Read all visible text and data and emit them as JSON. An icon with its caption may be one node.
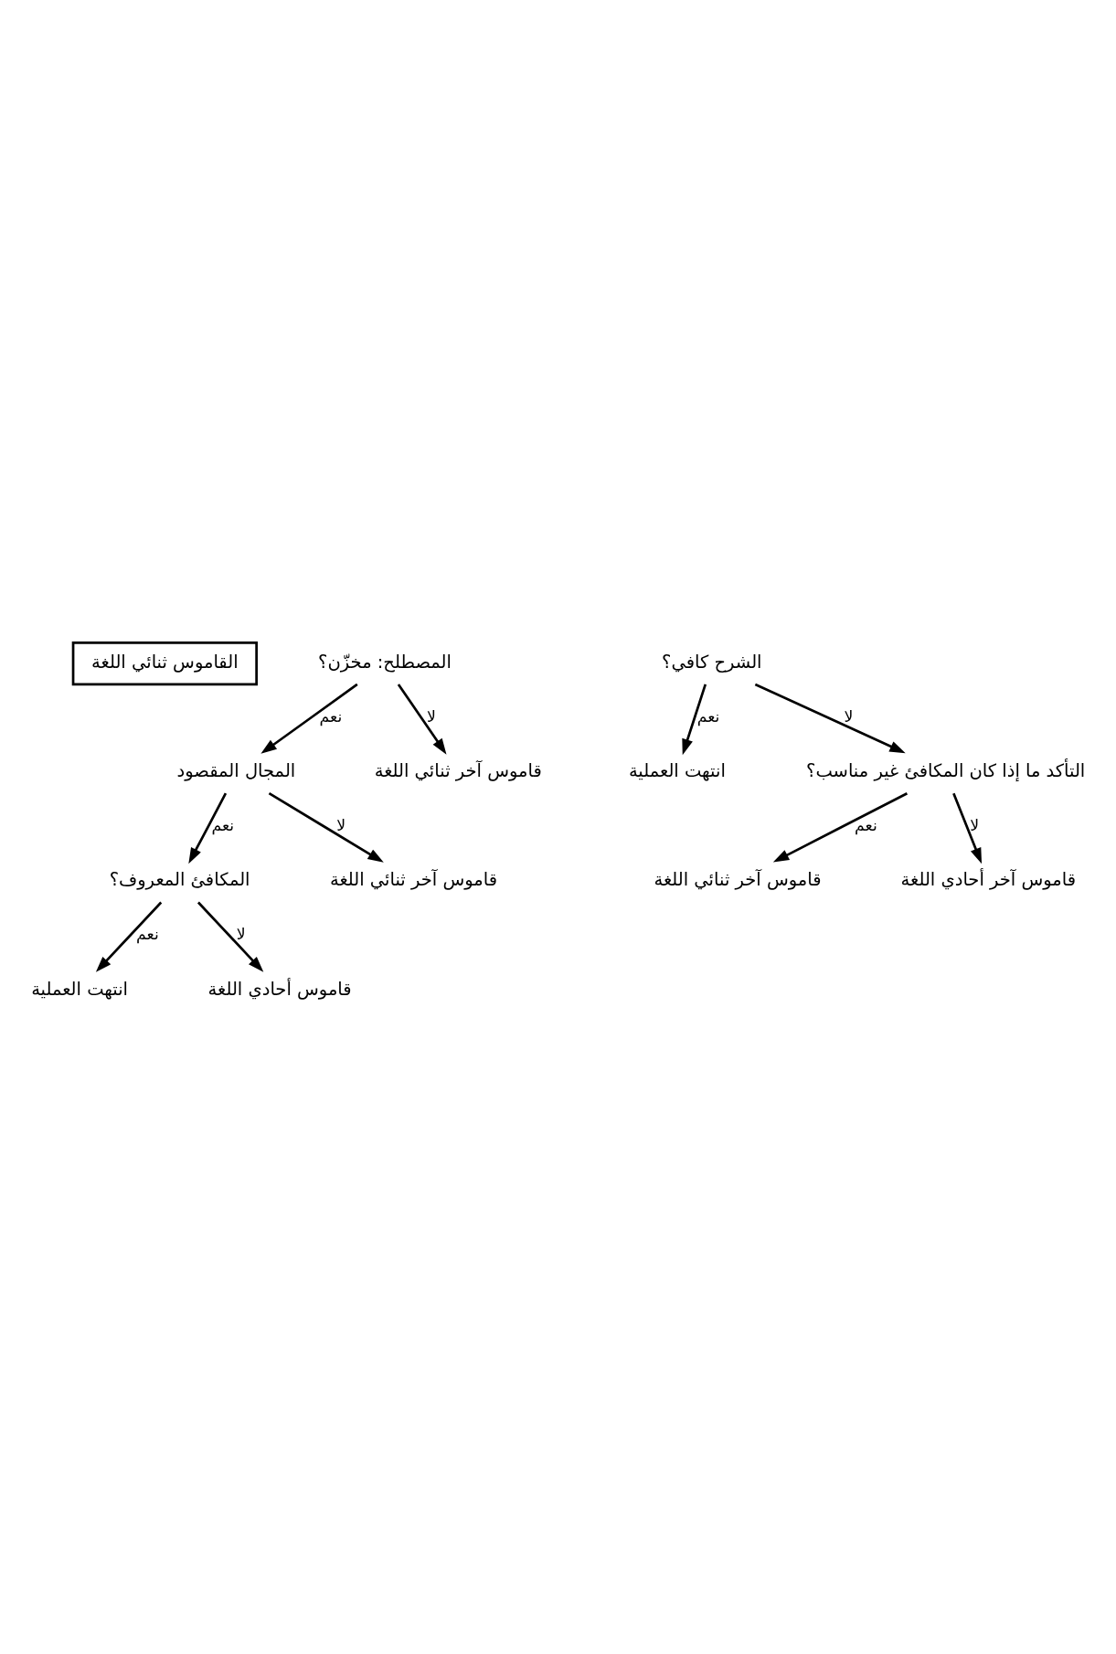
{
  "diagram": {
    "nodes": [
      {
        "text": [
          "القاموس ثنائي اللغة"
        ]
      },
      {
        "text": [
          "المصطلح: مخزّن؟"
        ]
      },
      {
        "text": [
          "المجال المقصود"
        ]
      },
      {
        "text": [
          "قاموس آخر ثنائي اللغة"
        ]
      },
      {
        "text": [
          "المكافئ المعروف؟"
        ]
      },
      {
        "text": [
          "قاموس آخر ثنائي اللغة"
        ]
      },
      {
        "text": [
          "انتهت العملية"
        ]
      },
      {
        "text": [
          "قاموس أحادي اللغة"
        ]
      },
      {
        "text": [
          "الشرح كافي؟"
        ]
      },
      {
        "text": [
          "انتهت العملية"
        ]
      },
      {
        "text": [
          "التأكد ما إذا كان المكافئ غير مناسب؟"
        ]
      },
      {
        "text": [
          "قاموس آخر ثنائي اللغة"
        ]
      },
      {
        "text": [
          "قاموس آخر أحادي اللغة"
        ]
      }
    ],
    "edges": [
      {
        "from": 1,
        "to": 2,
        "arrow": "to",
        "label": "نعم"
      },
      {
        "from": 1,
        "to": 3,
        "arrow": "to",
        "label": "لا"
      },
      {
        "from": 2,
        "to": 4,
        "arrow": "to",
        "label": "نعم"
      },
      {
        "from": 2,
        "to": 5,
        "arrow": "to",
        "label": "لا"
      },
      {
        "from": 4,
        "to": 6,
        "arrow": "to",
        "label": "نعم"
      },
      {
        "from": 4,
        "to": 7,
        "arrow": "to",
        "label": "لا"
      },
      {
        "from": 8,
        "to": 9,
        "arrow": "to",
        "label": "نعم"
      },
      {
        "from": 8,
        "to": 10,
        "arrow": "to",
        "label": "لا"
      },
      {
        "from": 10,
        "to": 11,
        "arrow": "to",
        "label": "نعم"
      },
      {
        "from": 10,
        "to": 12,
        "arrow": "to",
        "label": "لا"
      }
    ]
  }
}
